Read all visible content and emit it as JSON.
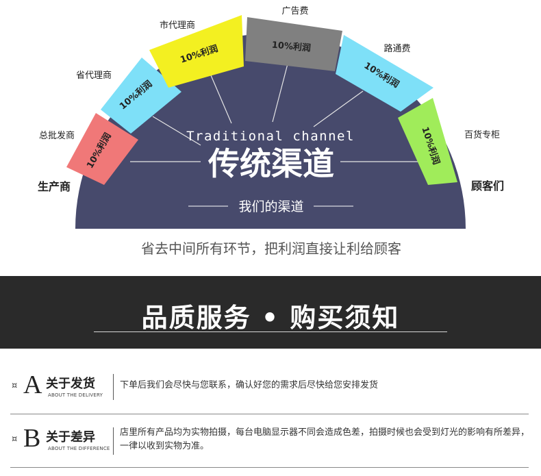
{
  "diagram": {
    "center_en": "Traditional channel",
    "center_cn": "传统渠道",
    "subtitle": "我们的渠道",
    "bottom_text": "省去中间所有环节，把利润直接让利给顾客",
    "left_end": "生产商",
    "right_end": "顾客们",
    "segments": [
      {
        "label": "总批发商",
        "profit": "10%利润",
        "color": "#f07878"
      },
      {
        "label": "省代理商",
        "profit": "10%利润",
        "color": "#7ee0f8"
      },
      {
        "label": "市代理商",
        "profit": "10%利润",
        "color": "#f3f021"
      },
      {
        "label": "广告费",
        "profit": "10%利润",
        "color": "#808080"
      },
      {
        "label": "路通费",
        "profit": "10%利润",
        "color": "#7ee0f8"
      },
      {
        "label": "百货专柜",
        "profit": "10%利润",
        "color": "#a0ec5a"
      }
    ],
    "colors": {
      "dome": "#474a6c",
      "spoke": "#e6e6e6"
    }
  },
  "banner": {
    "title": "品质服务 • 购买须知",
    "color": "#2a2a2a"
  },
  "items": [
    {
      "mark": "¤",
      "letter": "A",
      "title_cn": "关于发货",
      "title_en": "ABOUT THE DELIVERY",
      "text": "下单后我们会尽快与您联系，确认好您的需求后尽快给您安排发货"
    },
    {
      "mark": "¤",
      "letter": "B",
      "title_cn": "关于差异",
      "title_en": "ABOUT THE DIFFERENCE",
      "text": "店里所有产品均为实物拍摄，每台电脑显示器不同会造成色差，拍摄时候也会受到灯光的影响有所差异，一律以收到实物为准。"
    }
  ]
}
